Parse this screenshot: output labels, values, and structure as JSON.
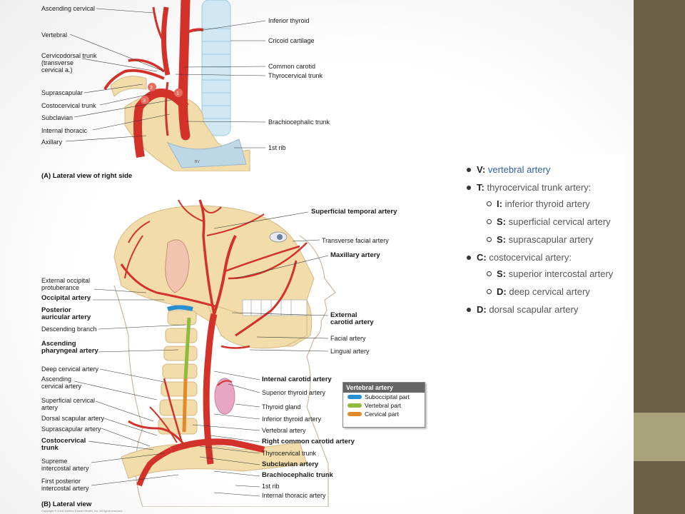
{
  "figA": {
    "caption": "(A) Lateral view of right side",
    "labels_left": [
      "Ascending cervical",
      "Vertebral",
      "Cervicodorsal trunk\n(transverse\ncervical a.)",
      "Suprascapular",
      "Costocervical trunk",
      "Subclavian",
      "Internal thoracic",
      "Axillary"
    ],
    "labels_right": [
      "Inferior thyroid",
      "Cricoid cartilage",
      "Common carotid",
      "Thyrocervical trunk",
      "Brachiocephalic trunk",
      "1st rib"
    ],
    "numbers": [
      "1",
      "2",
      "3"
    ],
    "mark": "BV"
  },
  "figB": {
    "caption": "(B) Lateral view",
    "labels_left": [
      {
        "t": "External occipital\nprotuberance",
        "b": false
      },
      {
        "t": "Occipital artery",
        "b": true
      },
      {
        "t": "Posterior\nauricular artery",
        "b": true
      },
      {
        "t": "Descending branch",
        "b": false
      },
      {
        "t": "Ascending\npharyngeal artery",
        "b": true
      },
      {
        "t": "Deep cervical artery",
        "b": false
      },
      {
        "t": "Ascending\ncervical artery",
        "b": false
      },
      {
        "t": "Superficial cervical\nartery",
        "b": false
      },
      {
        "t": "Dorsal scapular artery",
        "b": false
      },
      {
        "t": "Suprascapular artery",
        "b": false
      },
      {
        "t": "Costocervical\ntrunk",
        "b": true
      },
      {
        "t": "Supreme\nintercostal artery",
        "b": false
      },
      {
        "t": "First posterior\nintercostal artery",
        "b": false
      }
    ],
    "labels_right": [
      {
        "t": "Superficial temporal artery",
        "b": true
      },
      {
        "t": "Transverse facial artery",
        "b": false
      },
      {
        "t": "Maxillary artery",
        "b": true
      },
      {
        "t": "External\ncarotid artery",
        "b": true
      },
      {
        "t": "Facial artery",
        "b": false
      },
      {
        "t": "Lingual artery",
        "b": false
      },
      {
        "t": "Internal carotid artery",
        "b": true
      },
      {
        "t": "Superior thyroid artery",
        "b": false
      },
      {
        "t": "Thyroid gland",
        "b": false
      },
      {
        "t": "Inferior thyroid artery",
        "b": false
      },
      {
        "t": "Vertebral artery",
        "b": false
      },
      {
        "t": "Right common carotid artery",
        "b": true
      },
      {
        "t": "Thyrocervical trunk",
        "b": false
      },
      {
        "t": "Subclavian artery",
        "b": true
      },
      {
        "t": "Brachiocephalic trunk",
        "b": true
      },
      {
        "t": "1st rib",
        "b": false
      },
      {
        "t": "Internal thoracic artery",
        "b": false
      }
    ],
    "legend": {
      "title": "Vertebral artery",
      "items": [
        {
          "label": "Suboccipital part",
          "color": "#2a8fd0"
        },
        {
          "label": "Vertebral part",
          "color": "#8dbb3a"
        },
        {
          "label": "Cervical part",
          "color": "#e08a2a"
        }
      ]
    },
    "copyright": "Copyright © 2016 Wolters Kluwer Health, Inc. All rights reserved."
  },
  "bullets": [
    {
      "level": 1,
      "key": "V:",
      "text": "vertebral artery",
      "link": true
    },
    {
      "level": 1,
      "key": "T:",
      "text": "thyrocervical trunk artery:",
      "link": false
    },
    {
      "level": 2,
      "key": "I:",
      "text": "inferior thyroid artery",
      "link": false
    },
    {
      "level": 2,
      "key": "S:",
      "text": "superficial cervical artery",
      "link": false
    },
    {
      "level": 2,
      "key": "S:",
      "text": "suprascapular artery",
      "link": false
    },
    {
      "level": 1,
      "key": "C:",
      "text": "costocervical artery:",
      "link": false
    },
    {
      "level": 2,
      "key": "S:",
      "text": "superior intercostal artery",
      "link": false
    },
    {
      "level": 2,
      "key": "D:",
      "text": "deep cervical artery",
      "link": false
    },
    {
      "level": 1,
      "key": "D:",
      "text": "dorsal scapular artery",
      "link": false
    }
  ],
  "colors": {
    "artery": "#d3322a",
    "bone": "#f1dcaa",
    "cartilage": "#bfe0f0",
    "accent_bar": "#6b5f45",
    "accent_bar_light": "#a8a37a",
    "link": "#2f5fa8"
  }
}
